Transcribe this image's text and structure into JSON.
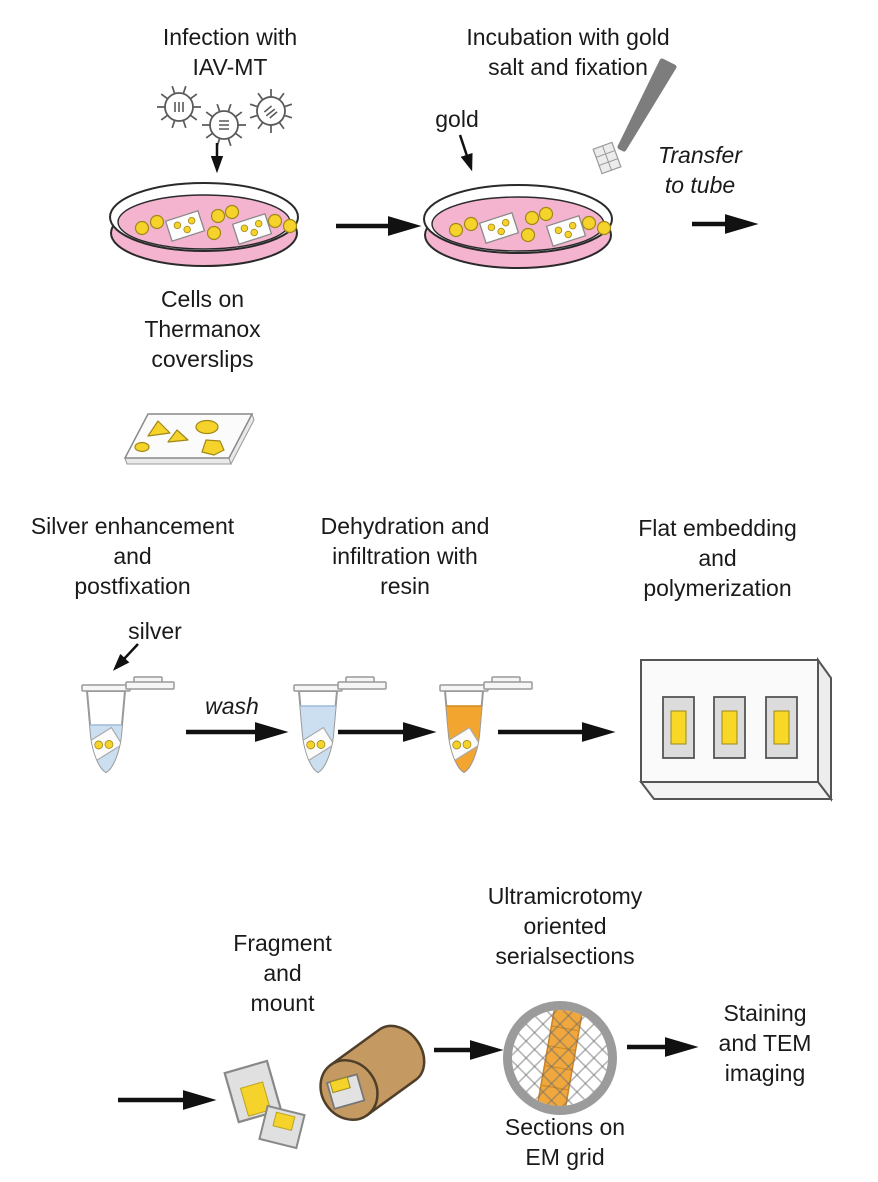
{
  "figure_type": "laboratory-protocol-workflow-diagram",
  "labels": {
    "infection": "Infection with\nIAV-MT",
    "incubation": "Incubation with gold\nsalt and fixation",
    "gold": "gold",
    "transfer": "Transfer\nto tube",
    "cells": "Cells on\nThermanox\ncoverslips",
    "silver_enhancement": "Silver enhancement\nand\npostfixation",
    "dehydration": "Dehydration and\ninfiltration with\nresin",
    "flat_embedding": "Flat embedding\nand\npolymerization",
    "silver": "silver",
    "wash": "wash",
    "fragment": "Fragment\nand\nmount",
    "ultramicrotomy": "Ultramicrotomy\noriented\nserialsections",
    "sections": "Sections on\nEM grid",
    "staining": "Staining\nand TEM\nimaging"
  },
  "icons": [
    "virus-particle-icon",
    "petri-dish-icon",
    "tweezers-icon",
    "coverslip-sheet-icon",
    "microcentrifuge-tube-icon",
    "embedding-block-icon",
    "resin-fragment-icon",
    "resin-cylinder-icon",
    "em-grid-icon",
    "flow-arrow-icon",
    "annotation-arrow-icon"
  ],
  "colors": {
    "dish_medium_pink": "#F4B3CE",
    "cell_yellow": "#F5D32A",
    "liquid_blue": "#CBDFF1",
    "resin_orange": "#F2A52F",
    "embed_yellow": "#F8D727",
    "cylinder_tan": "#C49A62",
    "ribbon_orange": "#F0A83E",
    "grid_ring_gray": "#9B9B9B",
    "tweezers_gray": "#7D7D7D",
    "arrow_black": "#111111"
  }
}
